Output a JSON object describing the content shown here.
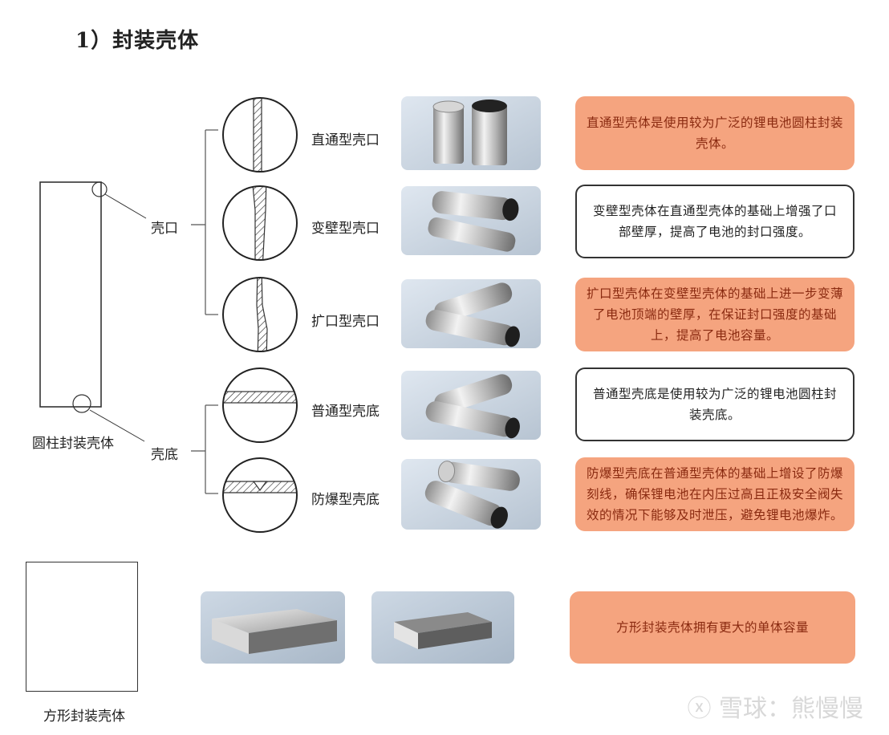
{
  "title": "1）封装壳体",
  "cylinder_label": "圆柱封装壳体",
  "group_labels": {
    "mouth": "壳口",
    "bottom": "壳底"
  },
  "items": [
    {
      "label": "直通型壳口",
      "desc": "直通型壳体是使用较为广泛的锂电池圆柱封装壳体。",
      "style": "orange",
      "detail": "straight-wall"
    },
    {
      "label": "变壁型壳口",
      "desc": "变壁型壳体在直通型壳体的基础上增强了口部壁厚，提高了电池的封口强度。",
      "style": "white",
      "detail": "variable-wall"
    },
    {
      "label": "扩口型壳口",
      "desc": "扩口型壳体在变壁型壳体的基础上进一步变薄了电池顶端的壁厚，在保证封口强度的基础上，提高了电池容量。",
      "style": "orange",
      "detail": "flared-wall"
    },
    {
      "label": "普通型壳底",
      "desc": "普通型壳底是使用较为广泛的锂电池圆柱封装壳底。",
      "style": "white",
      "detail": "plain-bottom"
    },
    {
      "label": "防爆型壳底",
      "desc": "防爆型壳底在普通型壳体的基础上增设了防爆刻线，确保锂电池在内压过高且正极安全阀失效的情况下能够及时泄压，避免锂电池爆炸。",
      "style": "orange",
      "detail": "burst-groove-bottom"
    }
  ],
  "square": {
    "label": "方形封装壳体",
    "desc": "方形封装壳体拥有更大的单体容量"
  },
  "watermark": "雪球：熊慢慢",
  "colors": {
    "orange_box": "#f5a47f",
    "orange_text": "#8a2a10",
    "outline": "#333333",
    "photo_bg": "#c9d4e0"
  }
}
